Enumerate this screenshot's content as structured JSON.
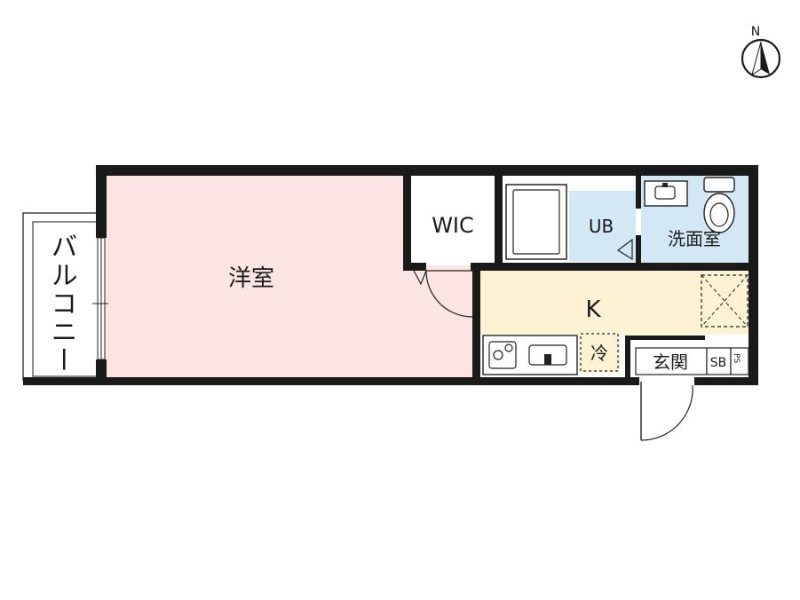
{
  "compass": {
    "north_label": "N"
  },
  "rooms": {
    "western_room": {
      "label": "洋室",
      "color": "#fce4e2"
    },
    "wic": {
      "label": "WIC"
    },
    "unit_bath": {
      "label": "UB",
      "color": "#d3e8f5"
    },
    "washroom": {
      "label": "洗面室",
      "color": "#d3e8f5"
    },
    "kitchen": {
      "label": "K",
      "color": "#fdf2d4"
    },
    "fridge": {
      "label": "冷"
    },
    "entrance": {
      "label": "玄関"
    },
    "shoe_box": {
      "label": "SB"
    },
    "pipe_space": {
      "label": "PS"
    },
    "balcony": {
      "label": "バルコニー"
    }
  }
}
